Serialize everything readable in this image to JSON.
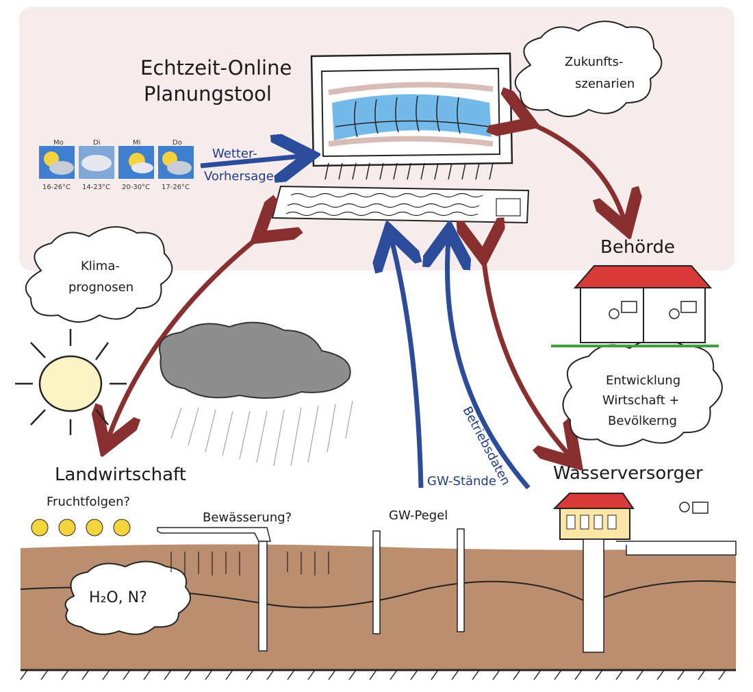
{
  "title": {
    "line1": "Echtzeit-Online",
    "line2": "Planungstool"
  },
  "weather": {
    "days": [
      {
        "day": "Mo",
        "temp": "16-26°C"
      },
      {
        "day": "Di",
        "temp": "14-23°C"
      },
      {
        "day": "Mi",
        "temp": "20-30°C"
      },
      {
        "day": "Do",
        "temp": "17-26°C"
      }
    ],
    "forecast_label_1": "Wetter-",
    "forecast_label_2": "Vorhersage"
  },
  "clouds": {
    "zukunft_1": "Zukunfts-",
    "zukunft_2": "szenarien",
    "klima_1": "Klima-",
    "klima_2": "prognosen",
    "entw_1": "Entwicklung",
    "entw_2": "Wirtschaft +",
    "entw_3": "Bevölkerng",
    "h2o": "H₂O, N?"
  },
  "actors": {
    "behoerde": "Behörde",
    "landwirtschaft": "Landwirtschaft",
    "wasserversorger": "Wasserversorger"
  },
  "flows": {
    "gw_staende": "GW-Stände",
    "betriebsdaten": "Betriebsdaten"
  },
  "field": {
    "fruchtfolgen": "Fruchtfolgen?",
    "bewaesserung": "Bewässerung?",
    "gw_pegel": "GW-Pegel"
  },
  "colors": {
    "blue_arrow": "#2b4c9b",
    "red_arrow": "#8a2f2f",
    "soil": "#b07a57",
    "panel": "#f6ecec",
    "roof": "#d83a3a"
  }
}
